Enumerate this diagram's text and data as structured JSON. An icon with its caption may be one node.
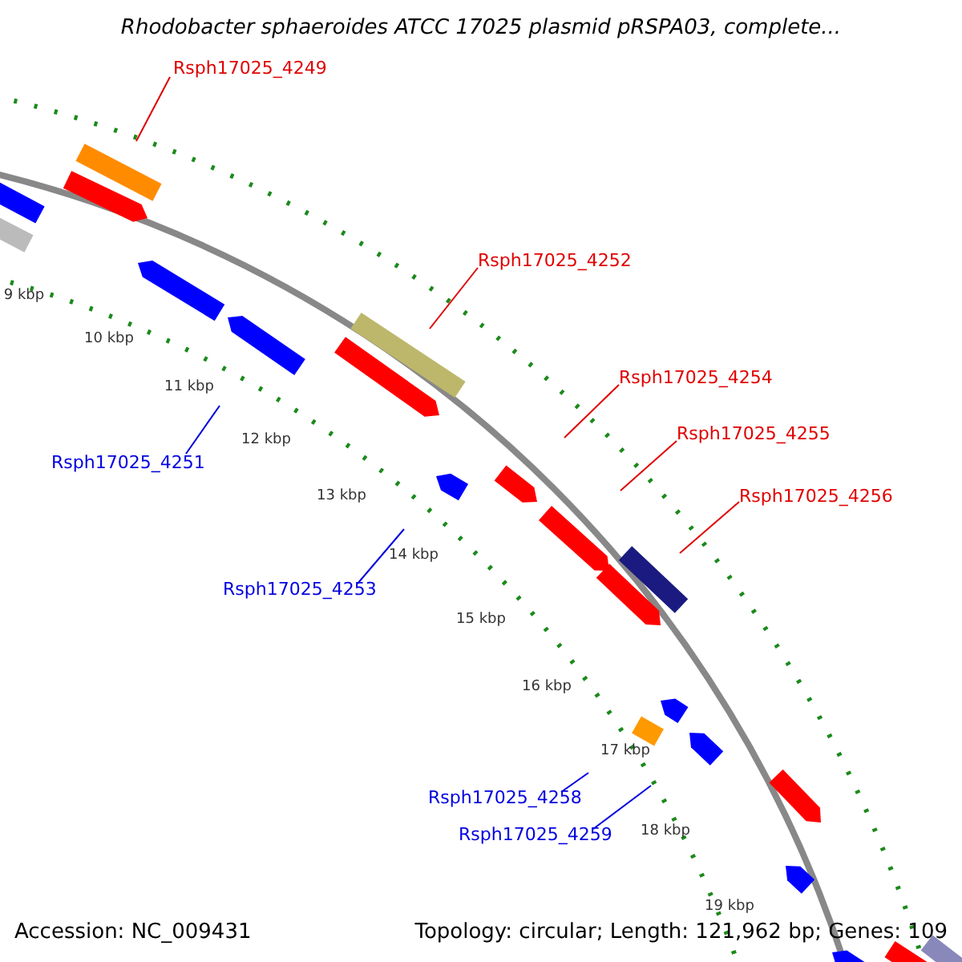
{
  "diagram": {
    "title": "Rhodobacter sphaeroides ATCC 17025 plasmid pRSPA03, complete...",
    "nodes": [
      {
        "text": [
          "Rsph17025_4249"
        ]
      },
      {
        "text": [
          "Rsph17025_4252"
        ]
      },
      {
        "text": [
          "Rsph17025_4254"
        ]
      },
      {
        "text": [
          "Rsph17025_4255"
        ]
      },
      {
        "text": [
          "Rsph17025_4251"
        ]
      },
      {
        "text": [
          "Rsph17025_4256"
        ]
      },
      {
        "text": [
          "Rsph17025_4253"
        ]
      },
      {
        "text": [
          "Rsph17025_4258"
        ]
      },
      {
        "text": [
          "Rsph17025_4259"
        ]
      }
    ],
    "edges": [
      {
        "from": 0,
        "to": null,
        "arrow": "none"
      },
      {
        "from": 1,
        "to": null,
        "arrow": "none"
      },
      {
        "from": 2,
        "to": null,
        "arrow": "none"
      },
      {
        "from": 3,
        "to": null,
        "arrow": "none"
      },
      {
        "from": 4,
        "to": null,
        "arrow": "none",
        "color": "#0000e0"
      },
      {
        "from": 5,
        "to": null,
        "arrow": "none"
      },
      {
        "from": 6,
        "to": null,
        "arrow": "none",
        "color": "#0000e0"
      },
      {
        "from": 7,
        "to": null,
        "arrow": "none",
        "color": "#0000e0"
      },
      {
        "from": 8,
        "to": null,
        "arrow": "none",
        "color": "#0000e0"
      }
    ],
    "labels": [
      "9 kbp",
      "10 kbp",
      "11 kbp",
      "12 kbp",
      "13 kbp",
      "14 kbp",
      "15 kbp",
      "16 kbp",
      "17 kbp",
      "18 kbp",
      "19 kbp",
      "Accession: NC_009431",
      "Topology: circular; Length: 121,962 bp; Genes: 109"
    ]
  }
}
